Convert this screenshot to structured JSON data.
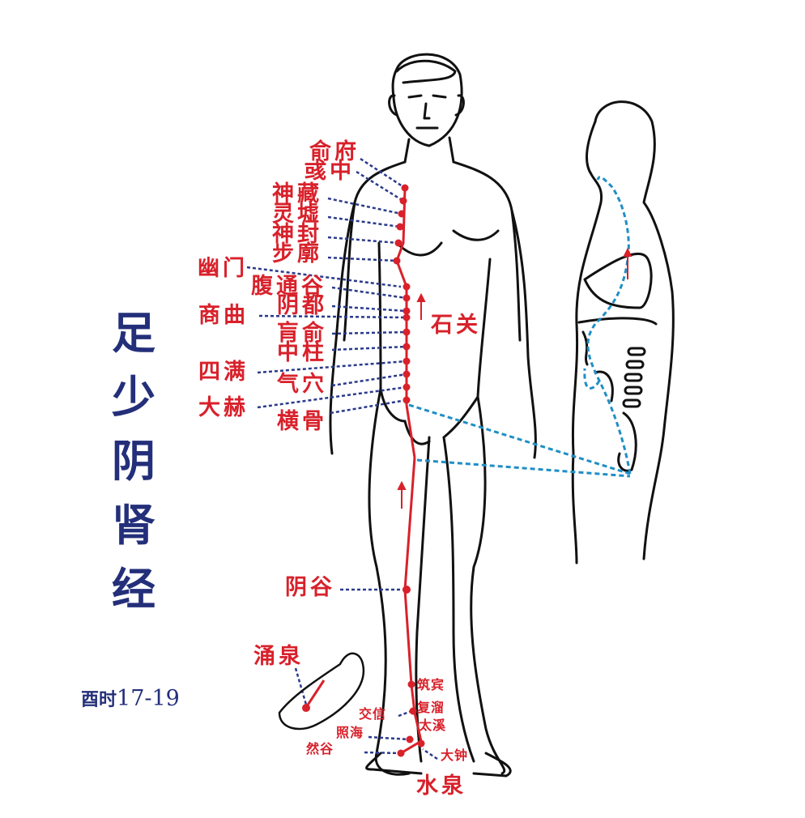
{
  "title_chars": [
    "足",
    "少",
    "阴",
    "肾",
    "经"
  ],
  "time": {
    "text": "酉时",
    "hours": "17-19"
  },
  "points": {
    "shufu": "俞府",
    "yuzhong": "彧中",
    "shencang": "神藏",
    "lingxu": "灵墟",
    "shenfeng": "神封",
    "bulang": "步廓",
    "youmen": "幽门",
    "futonggu": "腹通谷",
    "yindu": "阴都",
    "shiguan": "石关",
    "shangqu": "商曲",
    "huangshu": "肓俞",
    "zhongzhu": "中柱",
    "siman": "四满",
    "qixue": "气穴",
    "dahe": "大赫",
    "henggu": "横骨",
    "yingu": "阴谷",
    "yongquan": "涌泉",
    "zhubin": "筑宾",
    "fuliu": "复溜",
    "jiaoxin": "交信",
    "taixi": "太溪",
    "zhaohai": "照海",
    "rangu": "然谷",
    "dazhong": "大钟",
    "shuiquan": "水泉"
  },
  "colors": {
    "meridian": "#d8212b",
    "internal_path": "#1f8ec5",
    "title": "#242f7a",
    "outline": "#111111"
  }
}
